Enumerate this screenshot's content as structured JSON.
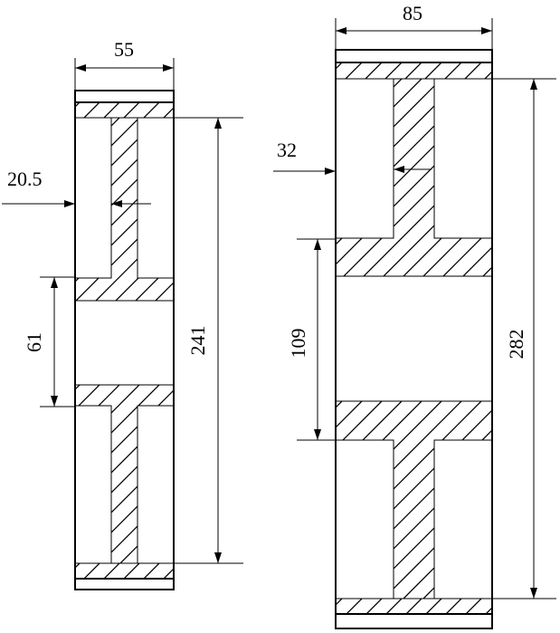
{
  "dimensions": {
    "small_pulley": {
      "width": "55",
      "web_thickness": "20.5",
      "bore": "61",
      "outer_diameter": "241"
    },
    "large_pulley": {
      "width": "85",
      "web_thickness": "32",
      "bore": "109",
      "outer_diameter": "282"
    }
  }
}
